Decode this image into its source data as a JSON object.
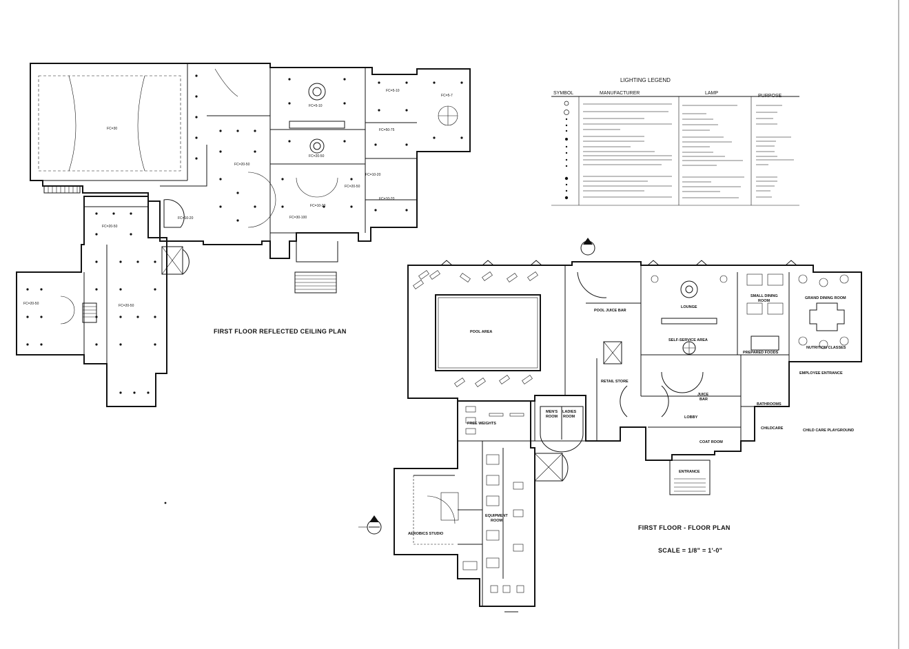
{
  "reflected_ceiling_plan": {
    "title": "FIRST FLOOR REFLECTED CEILING PLAN",
    "zones": [
      "FC=30",
      "FC=5-10",
      "FC=5-10",
      "FC=5-7",
      "FC=20-50",
      "FC=20-50",
      "FC=50-75",
      "FC=20-50",
      "FC=10-20",
      "FC=10-20",
      "FC=10-20",
      "FC=30-100",
      "FC=10-20",
      "FC=20-50",
      "FC=20-50",
      "FC=20-50"
    ]
  },
  "floor_plan": {
    "title": "FIRST FLOOR - FLOOR PLAN",
    "scale": "SCALE = 1/8\" = 1'-0\"",
    "rooms": {
      "pool_juice_bar": "POOL JUICE BAR",
      "pool_area": "POOL AREA",
      "lounge": "LOUNGE",
      "small_dining_room_1": "SMALL DINING",
      "small_dining_room_2": "ROOM",
      "grand_dining_room": "GRAND DINING ROOM",
      "self_service_area": "SELF-SERVICE AREA",
      "prepared_foods": "PREPARED FOODS",
      "nutrition_classes": "NUTRITION CLASSES",
      "retail_store": "RETAIL STORE",
      "juice_bar_1": "JUICE",
      "juice_bar_2": "BAR",
      "employee_entrance": "EMPLOYEE ENTRANCE",
      "mens_room_1": "MEN'S",
      "mens_room_2": "ROOM",
      "ladies_room_1": "LADIES",
      "ladies_room_2": "ROOM",
      "lobby": "LOBBY",
      "bathrooms": "BATHROOMS",
      "free_weights": "FREE WEIGHTS",
      "childcare": "CHILDCARE",
      "child_care_playground": "CHILD CARE PLAYGROUND",
      "coat_room": "COAT ROOM",
      "entrance": "ENTRANCE",
      "equipment_room_1": "EQUIPMENT",
      "equipment_room_2": "ROOM",
      "aerobics_studio": "AEROBICS STUDIO"
    }
  },
  "lighting_legend": {
    "title": "LIGHTING LEGEND",
    "columns": [
      "SYMBOL",
      "MANUFACTURER",
      "LAMP",
      "PURPOSE"
    ]
  }
}
